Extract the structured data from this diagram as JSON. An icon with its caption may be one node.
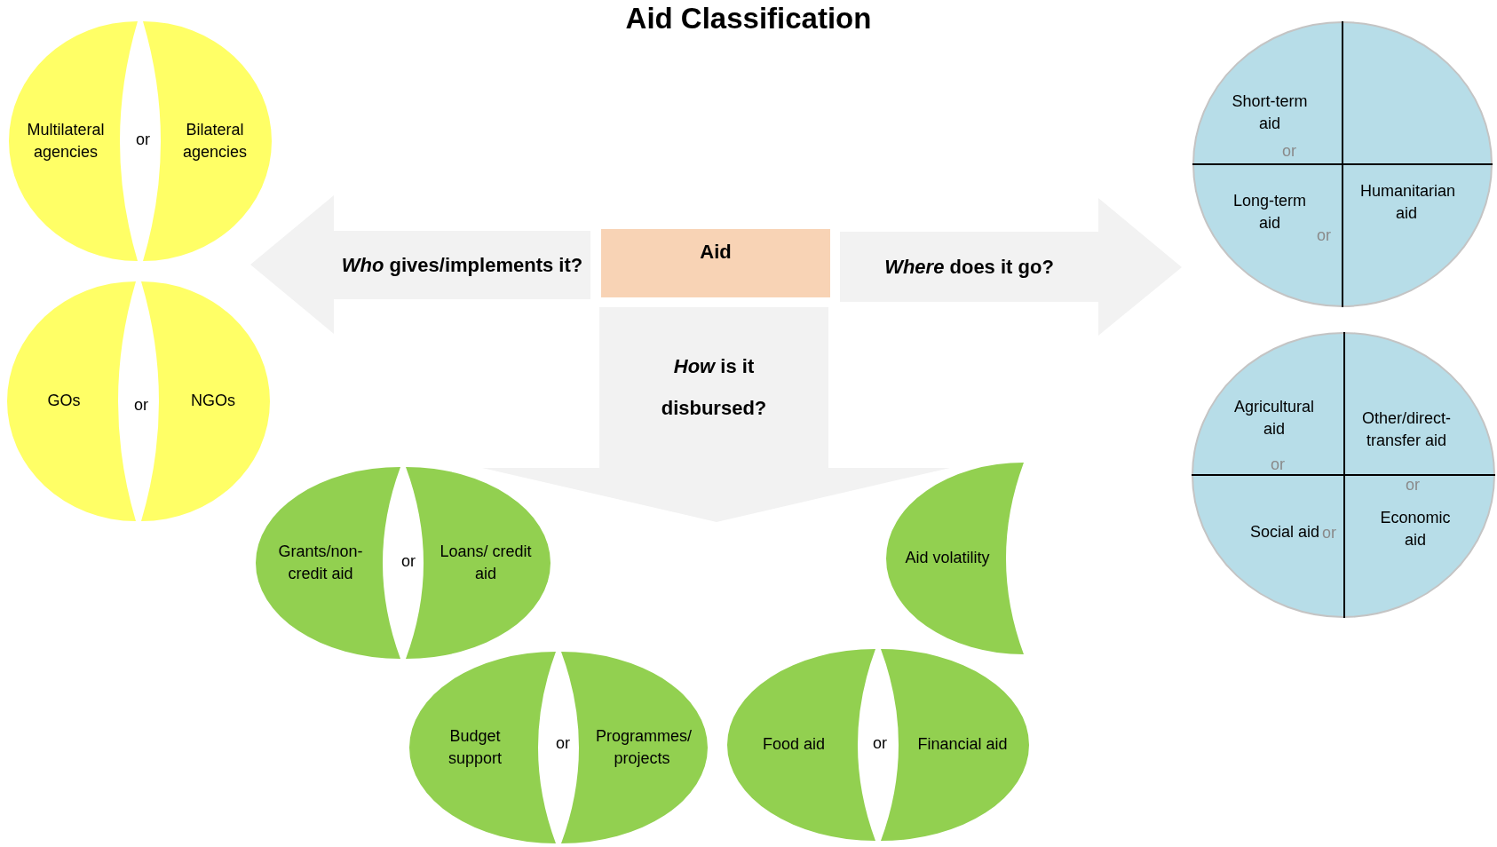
{
  "diagram": {
    "title": "Aid Classification",
    "nodes": [
      {
        "text": [
          "*Who* gives/implements it?"
        ]
      },
      {
        "text": [
          "Aid"
        ]
      },
      {
        "text": [
          "*Where* does it go?"
        ]
      },
      {
        "text": [
          "*How* is it disbursed?"
        ]
      },
      {
        "text": [
          "Multilateral agencies"
        ]
      },
      {
        "text": [
          "Bilateral agencies"
        ]
      },
      {
        "text": [
          "GOs"
        ]
      },
      {
        "text": [
          "NGOs"
        ]
      },
      {
        "text": [],
        "shape": "circle"
      },
      {
        "text": [
          "Short-term aid"
        ],
        "in": 8
      },
      {
        "text": [
          "Long-term aid"
        ],
        "in": 8
      },
      {
        "text": [
          "Humanitarian aid"
        ],
        "in": 8
      },
      {
        "text": [],
        "shape": "circle"
      },
      {
        "text": [
          "Agricultural aid"
        ],
        "in": 12
      },
      {
        "text": [
          "Other/direct-transfer aid"
        ],
        "in": 12
      },
      {
        "text": [
          "Social aid"
        ],
        "in": 12
      },
      {
        "text": [
          "Economic aid"
        ],
        "in": 12
      },
      {
        "text": [
          "Grants/non-credit aid"
        ]
      },
      {
        "text": [
          "Loans/ credit aid"
        ]
      },
      {
        "text": [
          "Aid volatility"
        ]
      },
      {
        "text": [
          "Budget support"
        ]
      },
      {
        "text": [
          "Programmes/ projects"
        ]
      },
      {
        "text": [
          "Food aid"
        ]
      },
      {
        "text": [
          "Financial aid"
        ]
      }
    ],
    "labels": [
      "or",
      "or",
      "or",
      "or",
      "or",
      "or",
      "or",
      "or",
      "or",
      "or"
    ]
  }
}
